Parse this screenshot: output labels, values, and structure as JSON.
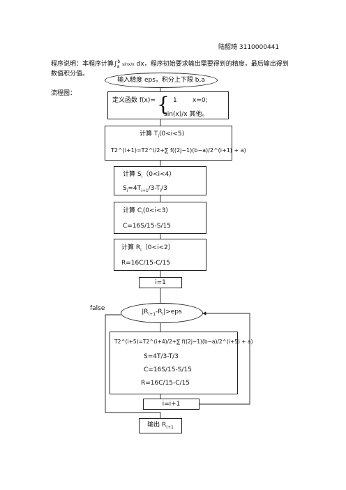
{
  "header": {
    "author": "陆韶琦  3110000441"
  },
  "intro": {
    "line1_prefix": "程序说明：本程序计算∫",
    "integral_a": "a",
    "integral_b": "b",
    "integrand": "sinx/x",
    "line1_suffix": "dx，程序初始要求输出需要得到的精度，最后输出得到",
    "line2": "数值积分值。",
    "flow_label": "流程图："
  },
  "nodes": {
    "input": "输入精度 eps，积分上下限 b,a",
    "define_title": "定义函数 f(x)=",
    "define_case1_val": "1",
    "define_case1_cond": "x=0;",
    "define_case2": "sin(x)/x  其他。",
    "calc_t_title": "计算 T",
    "calc_t_range": "(0<i<5)",
    "calc_t_formula": "T2^(i+1)=T2^i/2+∑ f((2j−1)(b−a)/2^(i+1) + a)",
    "calc_s_title": "计算 S",
    "calc_s_range": "（0<i<4）",
    "calc_s_formula_a": "S",
    "calc_s_formula_b": "=4T",
    "calc_s_formula_c": "/3-T",
    "calc_s_formula_d": "/3",
    "calc_c_title": "计算 C",
    "calc_c_range": "(0<i<3)",
    "calc_c_formula": "C=16S/15-S/15",
    "calc_r_title": "计算 R",
    "calc_r_range": "（0<i<2）",
    "calc_r_formula": "R=16C/15-C/15",
    "init_i": "i=1",
    "condition": "|R",
    "condition_tail": "-R",
    "condition_end": "|>eps",
    "false_label": "false",
    "loop_t": "T2^(i+5)=T2^(i+4)/2+∑ f((2j−1)(b−a)/2^(i+5) + a)",
    "loop_s": "S=4T/3-T/3",
    "loop_c": "C=16S/15-S/15",
    "loop_r": "R=16C/15-C/15",
    "increment": "i=i+1",
    "output": "输出 R"
  }
}
